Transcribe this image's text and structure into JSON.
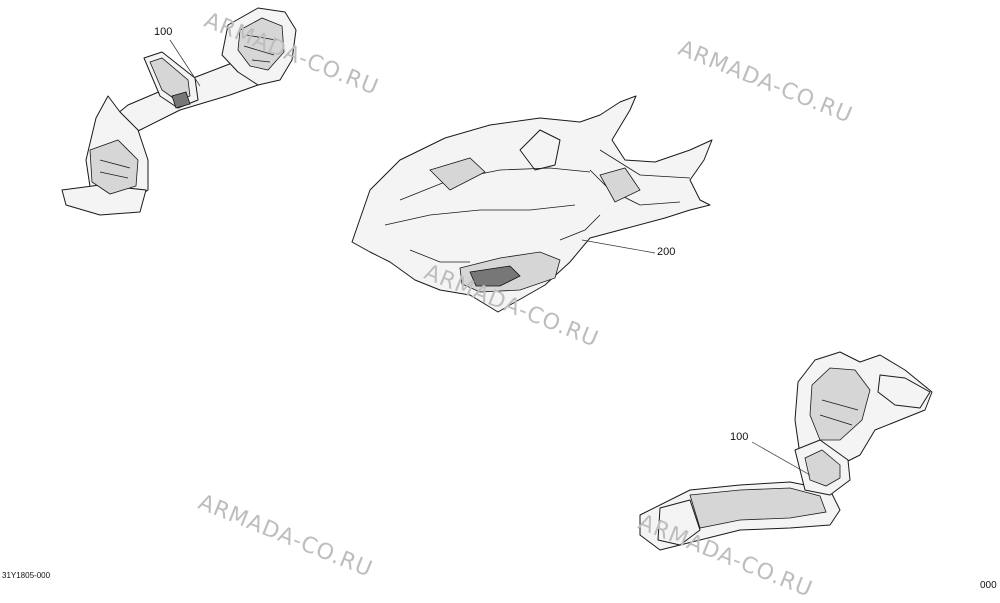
{
  "callouts": {
    "left_support": "100",
    "body_panel": "200",
    "right_support": "100"
  },
  "watermark": "ARMADA-CO.RU",
  "footer": {
    "drawing_code": "31Y1805-000",
    "page_code": "000"
  }
}
